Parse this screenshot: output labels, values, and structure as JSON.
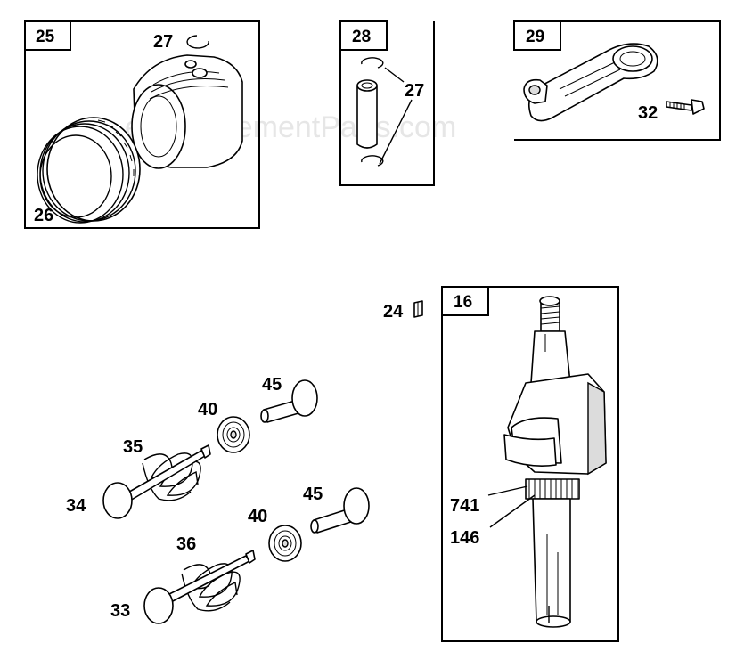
{
  "watermark": "eReplacementParts.com",
  "groups": [
    {
      "id": "g25",
      "box_label": "25"
    },
    {
      "id": "g28",
      "box_label": "28"
    },
    {
      "id": "g29",
      "box_label": "29"
    },
    {
      "id": "g16",
      "box_label": "16"
    }
  ],
  "callouts": {
    "c27a": "27",
    "c26": "26",
    "c27b": "27",
    "c32": "32",
    "c24": "24",
    "c741": "741",
    "c146": "146",
    "c45a": "45",
    "c40a": "40",
    "c35": "35",
    "c34": "34",
    "c45b": "45",
    "c40b": "40",
    "c36": "36",
    "c33": "33"
  }
}
